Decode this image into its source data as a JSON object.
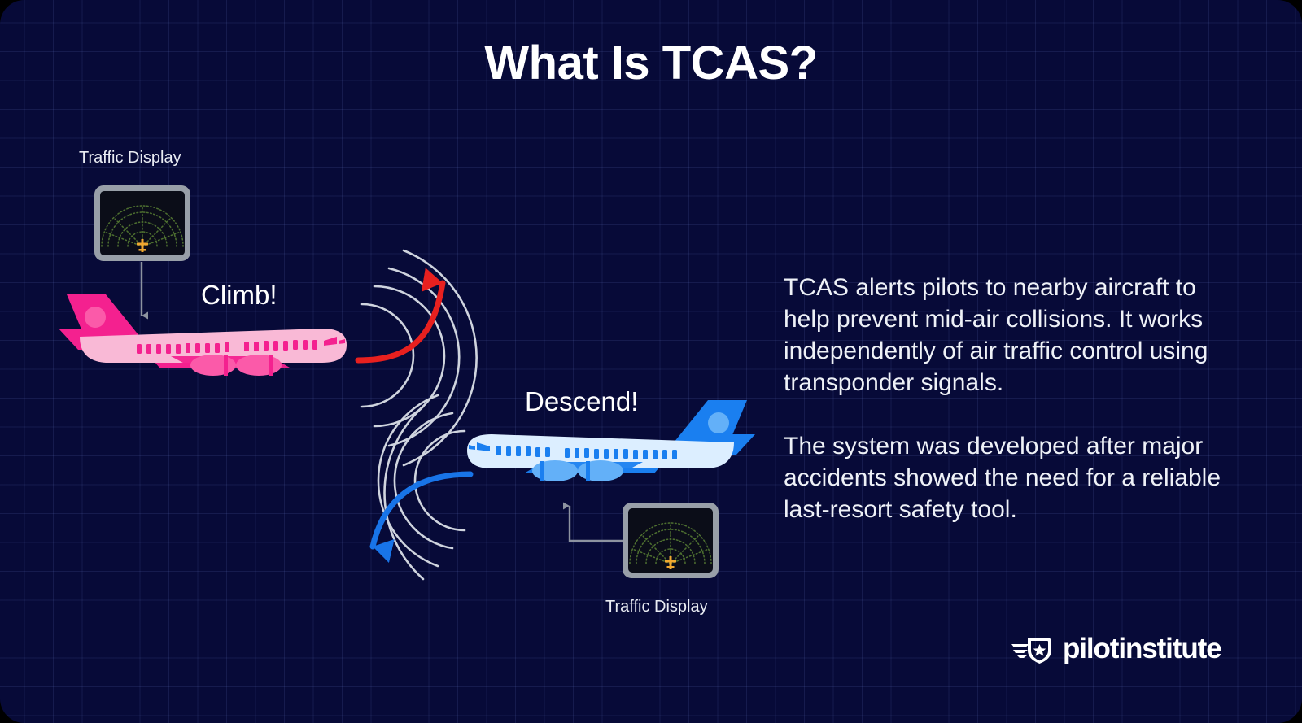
{
  "page": {
    "title": "What Is TCAS?",
    "background_color": "#070a38",
    "grid_line_color": "#3a4480"
  },
  "scene": {
    "traffic_display_top": {
      "label": "Traffic Display",
      "bezel_color": "#989fa8",
      "screen_color": "#0b0d18",
      "arc_color": "#4a6b2e",
      "aircraft_symbol_color": "#f0a830"
    },
    "traffic_display_bottom": {
      "label": "Traffic Display",
      "bezel_color": "#989fa8",
      "screen_color": "#0b0d18",
      "arc_color": "#4a6b2e",
      "aircraft_symbol_color": "#f0a830"
    },
    "aircraft_pink": {
      "callout": "Climb!",
      "body_color": "#f9b9d6",
      "accent_color": "#f4218f",
      "window_color": "#f4218f",
      "advisory_direction": "up",
      "advisory_arrow_color": "#e8201f"
    },
    "aircraft_blue": {
      "callout": "Descend!",
      "body_color": "#dceeff",
      "accent_color": "#1a7ff0",
      "window_color": "#1a7ff0",
      "advisory_direction": "down",
      "advisory_arrow_color": "#1874e8"
    },
    "signal_waves": {
      "color": "#cfd4de",
      "count_per_aircraft": 4
    },
    "connector_color": "#8d93a0"
  },
  "content": {
    "paragraphs": [
      "TCAS alerts pilots to nearby aircraft to help prevent mid-air collisions. It works independently of air traffic control using transponder signals.",
      "The system was developed after major accidents showed the need for a reliable last-resort safety tool."
    ]
  },
  "branding": {
    "wordmark": "pilotinstitute",
    "logo_icon": "winged-shield-star-icon",
    "logo_color": "#ffffff"
  }
}
